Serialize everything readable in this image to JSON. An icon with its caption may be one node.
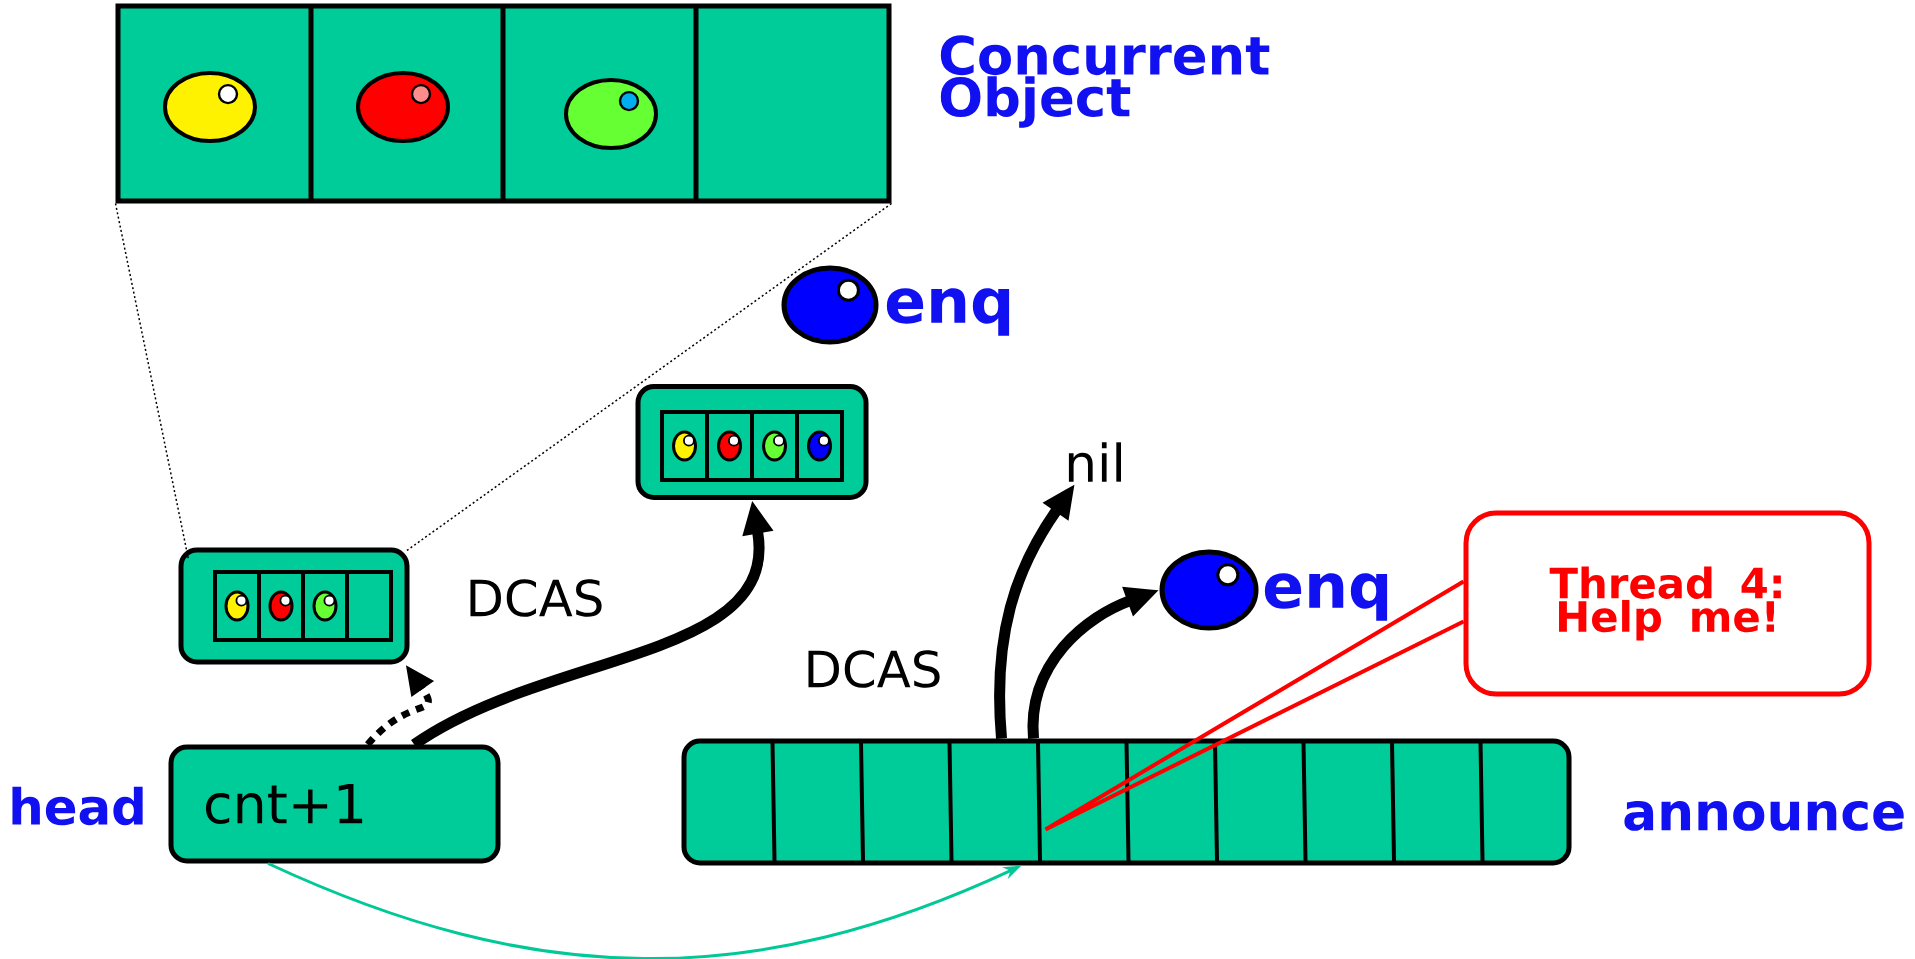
{
  "diagram": {
    "nodes": [
      {
        "text": [],
        "shape": "box",
        "beside": [
          "Concurrent Object"
        ]
      },
      {
        "text": [],
        "shape": "circle",
        "beside": [
          "enq"
        ]
      },
      {
        "text": [],
        "shape": "box"
      },
      {
        "text": [],
        "shape": "box"
      },
      {
        "text": [
          "cnt+1"
        ],
        "beside": [
          "head"
        ]
      },
      {
        "text": [
          "nil"
        ]
      },
      {
        "text": [],
        "shape": "circle",
        "beside": [
          "enq"
        ]
      },
      {
        "text": [
          "Thread 4: Help me!"
        ]
      },
      {
        "text": [],
        "shape": "box"
      }
    ],
    "edges": [
      {
        "from": 0,
        "to": 3,
        "arrow": "none",
        "style": "dashed"
      },
      {
        "from": 0,
        "to": 3,
        "arrow": "none",
        "style": "dashed"
      },
      {
        "from": 4,
        "to": 3,
        "arrow": "to",
        "style": "dashed"
      },
      {
        "from": 4,
        "to": 2,
        "arrow": "to",
        "style": "thick",
        "label": "DCAS"
      },
      {
        "from": 8,
        "to": 5,
        "arrow": "to",
        "style": "thick",
        "label": "DCAS"
      },
      {
        "from": 8,
        "to": 6,
        "arrow": "to",
        "style": "thick"
      },
      {
        "from": 4,
        "to": 8,
        "arrow": "to",
        "color": "#00c896"
      },
      {
        "from": 7,
        "to": 8,
        "arrow": "none",
        "color": "#ff0000"
      }
    ],
    "labels": [
      "announce"
    ]
  }
}
